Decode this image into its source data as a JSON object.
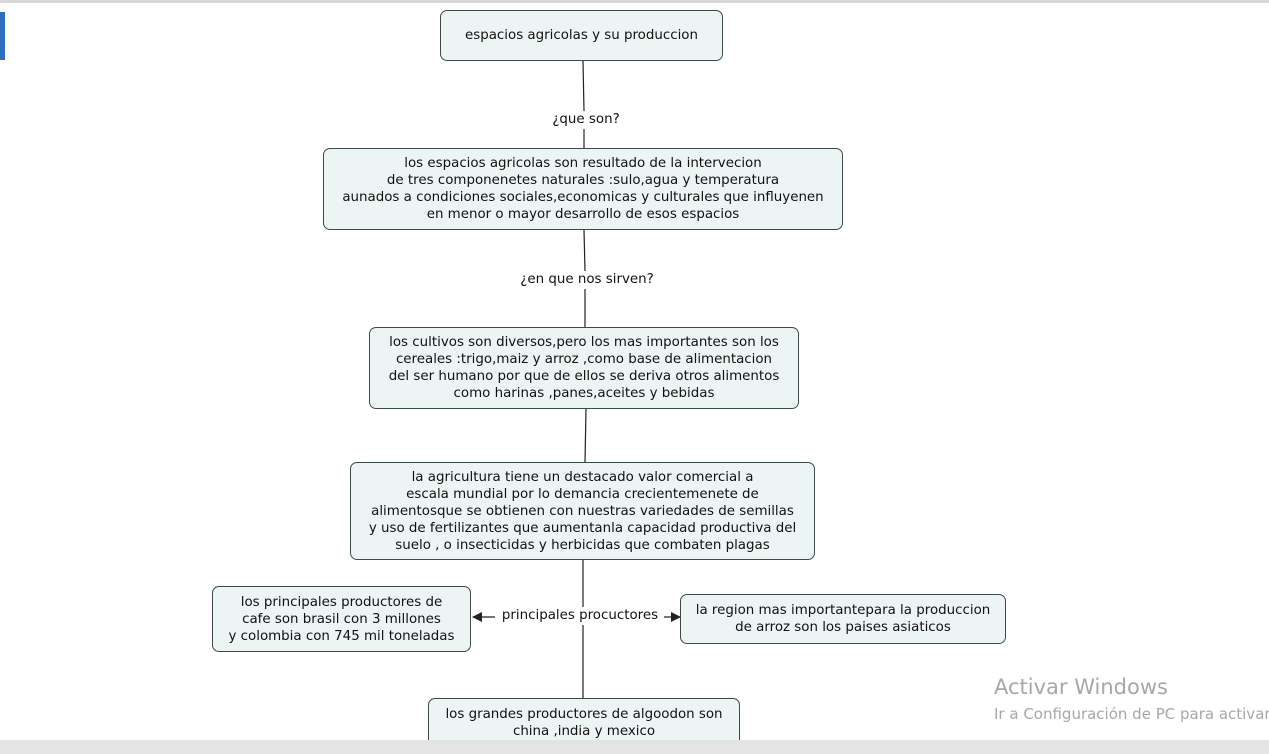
{
  "concept_map": {
    "nodes": [
      {
        "id": "root",
        "text": "espacios agricolas y su produccion"
      },
      {
        "id": "definicion",
        "text": "los espacios agricolas son resultado de la intervecion\nde tres componenetes naturales :sulo,agua y temperatura\naunados a condiciones sociales,economicas y culturales que influyenen\nen menor o mayor desarrollo de esos espacios"
      },
      {
        "id": "cultivos",
        "text": "los cultivos son diversos,pero los mas importantes son los\ncereales :trigo,maiz y arroz ,como base de alimentacion\ndel ser humano por que de ellos se deriva otros alimentos\ncomo harinas ,panes,aceites y bebidas"
      },
      {
        "id": "comercial",
        "text": "la agricultura tiene un destacado valor comercial a\nescala mundial por lo demancia crecientemenete de\nalimentosque se obtienen con nuestras variedades de semillas\ny uso de fertilizantes que aumentanla capacidad productiva del\nsuelo , o insecticidas y herbicidas que combaten plagas"
      },
      {
        "id": "cafe",
        "text": "los principales productores de\ncafe  son brasil con 3 millones\ny colombia con 745 mil toneladas"
      },
      {
        "id": "arroz",
        "text": "la region mas importantepara la produccion\nde arroz son los paises asiaticos"
      },
      {
        "id": "algodon",
        "text": "los grandes productores de algoodon son\nchina ,india y mexico"
      }
    ],
    "link_labels": [
      {
        "id": "que-son",
        "text": "¿que son?"
      },
      {
        "id": "en-que-nos-sirven",
        "text": "¿en que nos sirven?"
      },
      {
        "id": "principales-productores",
        "text": "principales procuctores"
      }
    ],
    "edges": [
      {
        "from": "root",
        "to": "definicion",
        "label": "que-son"
      },
      {
        "from": "definicion",
        "to": "cultivos",
        "label": "en-que-nos-sirven"
      },
      {
        "from": "cultivos",
        "to": "comercial"
      },
      {
        "from": "comercial",
        "to": "principales-productores"
      },
      {
        "from": "principales-productores",
        "to": "cafe",
        "arrow": true
      },
      {
        "from": "principales-productores",
        "to": "arroz",
        "arrow": true
      },
      {
        "from": "principales-productores",
        "to": "algodon"
      }
    ]
  },
  "watermark": {
    "title": "Activar Windows",
    "subtitle": "Ir a Configuración de PC para activar"
  },
  "colors": {
    "node_fill": "#edf4f4",
    "node_border": "#3d4a4a",
    "line": "#222222",
    "watermark": "#a7a7a7"
  }
}
